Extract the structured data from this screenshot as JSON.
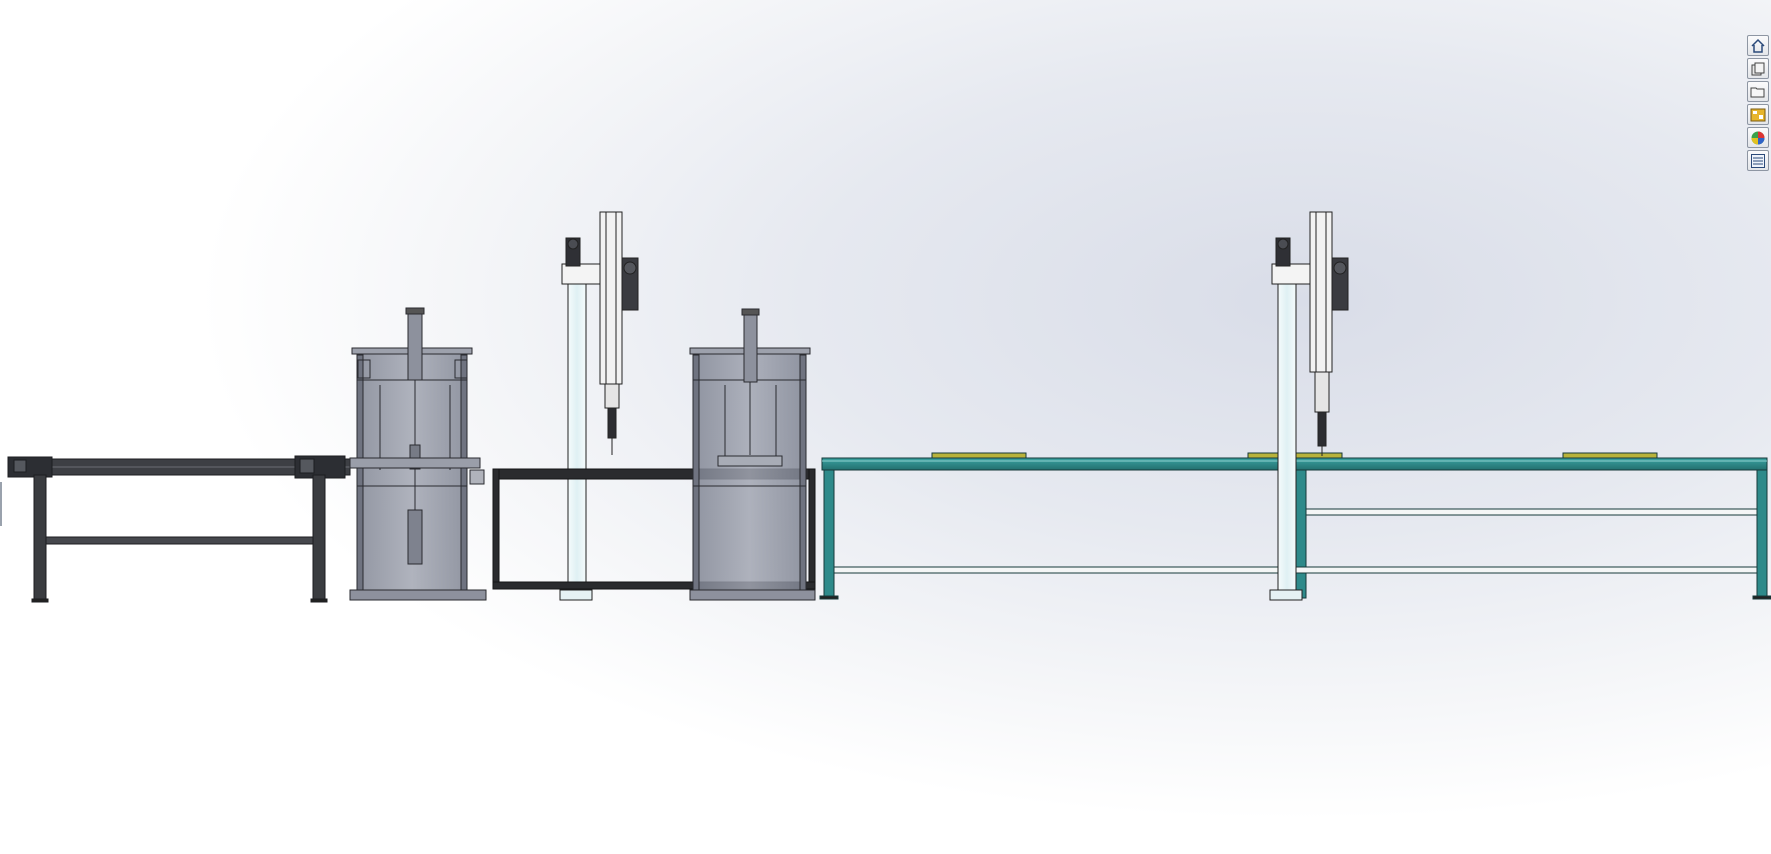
{
  "app": {
    "view": "front",
    "background_colors": [
      "#d9dde8",
      "#ffffff"
    ]
  },
  "task_pane": {
    "items": [
      {
        "name": "home",
        "icon": "home-icon"
      },
      {
        "name": "design-library",
        "icon": "design-library-icon"
      },
      {
        "name": "file-explorer",
        "icon": "folder-icon"
      },
      {
        "name": "view-palette",
        "icon": "view-palette-icon"
      },
      {
        "name": "appearances",
        "icon": "appearances-icon"
      },
      {
        "name": "custom-properties",
        "icon": "custom-properties-icon"
      }
    ]
  },
  "model": {
    "components": [
      "infeed-conveyor",
      "press-station-1",
      "gantry-robot-1",
      "press-station-2",
      "roller-conveyor",
      "gantry-robot-2"
    ],
    "colors": {
      "frame_dark": "#3a3c40",
      "glass": "#8a8f9c",
      "teal_frame": "#2e8a8a",
      "column": "#e8f6f8",
      "pallet": "#b8b23a"
    }
  }
}
